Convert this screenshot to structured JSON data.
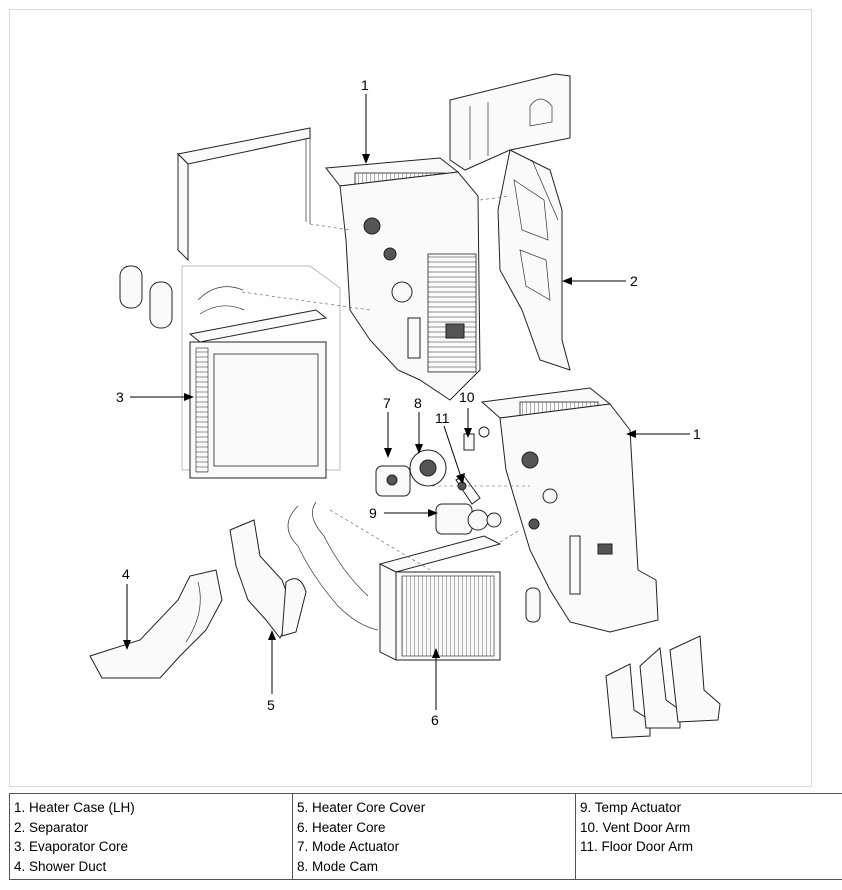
{
  "callouts": [
    "1",
    "2",
    "3",
    "4",
    "5",
    "6",
    "7",
    "8",
    "9",
    "10",
    "11",
    "1"
  ],
  "legend": {
    "columns": [
      [
        "1. Heater Case (LH)",
        "2. Separator",
        "3. Evaporator Core",
        "4. Shower Duct"
      ],
      [
        "5. Heater Core Cover",
        "6. Heater Core",
        "7. Mode Actuator",
        "8. Mode Cam"
      ],
      [
        "9. Temp Actuator",
        "10. Vent Door Arm",
        "11. Floor Door Arm"
      ]
    ]
  }
}
